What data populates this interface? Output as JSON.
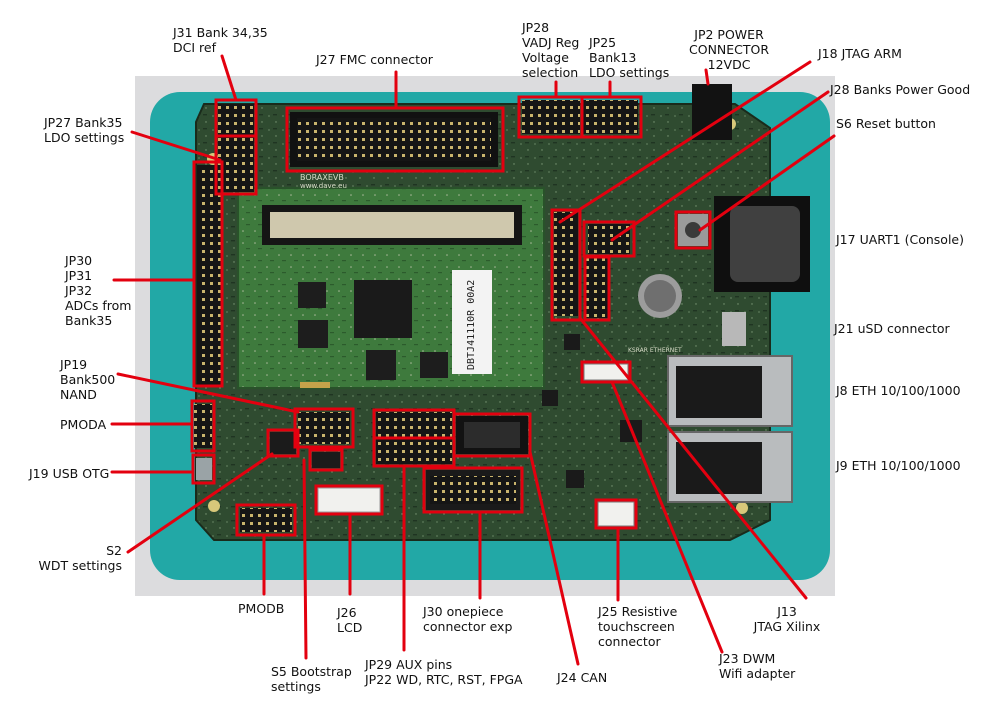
{
  "labels": {
    "j31": "J31 Bank 34,35\nDCI ref",
    "j27": "J27 FMC connector",
    "jp28": "JP28\nVADJ Reg\nVoltage\nselection",
    "jp25": "JP25\nBank13\nLDO settings",
    "jp2": "JP2 POWER\nCONNECTOR\n12VDC",
    "j18": "J18 JTAG ARM",
    "j28": "J28 Banks Power Good",
    "s6": "S6 Reset button",
    "jp27": "JP27 Bank35\nLDO settings",
    "j17": "J17 UART1 (Console)",
    "jp30": "JP30\nJP31\nJP32\nADCs from\nBank35",
    "j21": "J21 uSD connector",
    "jp19": "JP19\nBank500\nNAND",
    "j8": "J8 ETH 10/100/1000",
    "pmoda": "PMODA",
    "j9": "J9 ETH 10/100/1000",
    "j19": "J19 USB OTG",
    "s2": "S2\nWDT settings",
    "pmodb": "PMODB",
    "j26": "J26\nLCD",
    "j30": "J30 onepiece\nconnector exp",
    "j25": "J25 Resistive\ntouchscreen\nconnector",
    "j13": "J13\nJTAG Xilinx",
    "s5": "S5 Bootstrap\nsettings",
    "jp29": "JP29 AUX pins\nJP22 WD, RTC, RST, FPGA",
    "j24": "J24 CAN",
    "j23": "J23 DWM\nWifi adapter"
  },
  "board_print": {
    "brand": "BORAXEVB",
    "url": "www.dave.eu",
    "module_code": "DBTJ41110R 00A2",
    "eth_print": "KSRAR ETHERNET"
  },
  "colors": {
    "highlight": "#e3000f",
    "pcb": "#2d4a2f",
    "module": "#3f7a3e",
    "mat": "#22a8a6"
  }
}
